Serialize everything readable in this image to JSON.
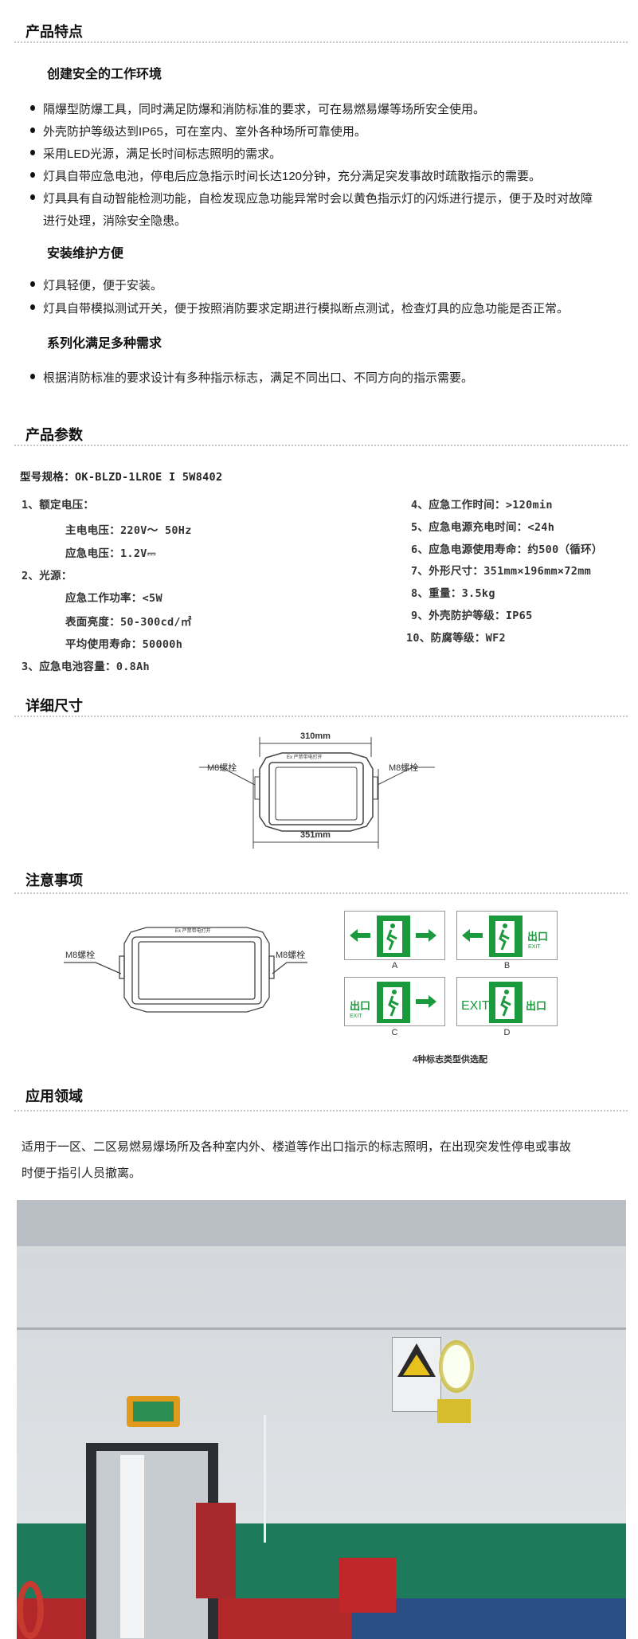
{
  "features": {
    "title": "产品特点",
    "groups": [
      {
        "heading": "创建安全的工作环境",
        "items": [
          "隔爆型防爆工具，同时满足防爆和消防标准的要求，可在易燃易爆等场所安全使用。",
          "外壳防护等级达到IP65，可在室内、室外各种场所可靠使用。",
          "采用LED光源，满足长时间标志照明的需求。",
          "灯具自带应急电池，停电后应急指示时间长达120分钟，充分满足突发事故时疏散指示的需要。",
          "灯具具有自动智能检测功能，自检发现应急功能异常时会以黄色指示灯的闪烁进行提示，便于及时对故障",
          "进行处理，消除安全隐患。"
        ]
      },
      {
        "heading": "安装维护方便",
        "items": [
          "灯具轻便，便于安装。",
          "灯具自带模拟测试开关，便于按照消防要求定期进行模拟断点测试，检查灯具的应急功能是否正常。"
        ]
      },
      {
        "heading": "系列化满足多种需求",
        "items": [
          "根据消防标准的要求设计有多种指示标志，满足不同出口、不同方向的指示需要。"
        ]
      }
    ]
  },
  "params": {
    "title": "产品参数",
    "model": "型号规格：OK-BLZD-1LROE I 5W8402",
    "left": [
      "1、额定电压：",
      "主电电压：220V～  50Hz",
      "应急电压：1.2V⎓",
      "2、光源：",
      "应急工作功率：<5W",
      "表面亮度：50-300cd/㎡",
      "平均使用寿命：50000h",
      "3、应急电池容量：0.8Ah"
    ],
    "right": [
      "4、应急工作时间：>120min",
      "5、应急电源充电时间：<24h",
      "6、应急电源使用寿命：约500（循环）",
      "7、外形尺寸：351mm×196mm×72mm",
      "8、重量：3.5kg",
      "9、外壳防护等级：IP65",
      "10、防腐等级：WF2"
    ]
  },
  "dimensions": {
    "title": "详细尺寸",
    "inner_width": "310mm",
    "outer_width": "351mm",
    "bolt_left": "M8螺栓",
    "bolt_right": "M8螺栓",
    "lamp_label": "Ex 严禁带电打开"
  },
  "notes": {
    "title": "注意事项",
    "bolt_left": "M8螺栓",
    "bolt_right": "M8螺栓",
    "signs": [
      {
        "label": "A",
        "exit_cn": "",
        "exit_en": ""
      },
      {
        "label": "B",
        "exit_cn": "出口",
        "exit_en": "EXIT"
      },
      {
        "label": "C",
        "exit_cn": "出口",
        "exit_en": "EXIT"
      },
      {
        "label": "D",
        "exit_cn": "出口",
        "exit_en": "EXIT"
      }
    ],
    "caption": "4种标志类型供选配",
    "sign_color": "#1a9a3c"
  },
  "application": {
    "title": "应用领域",
    "lines": [
      "适用于一区、二区易燃易爆场所及各种室内外、楼道等作出口指示的标志照明，在出现突发性停电或事故",
      "时便于指引人员撤离。"
    ]
  }
}
